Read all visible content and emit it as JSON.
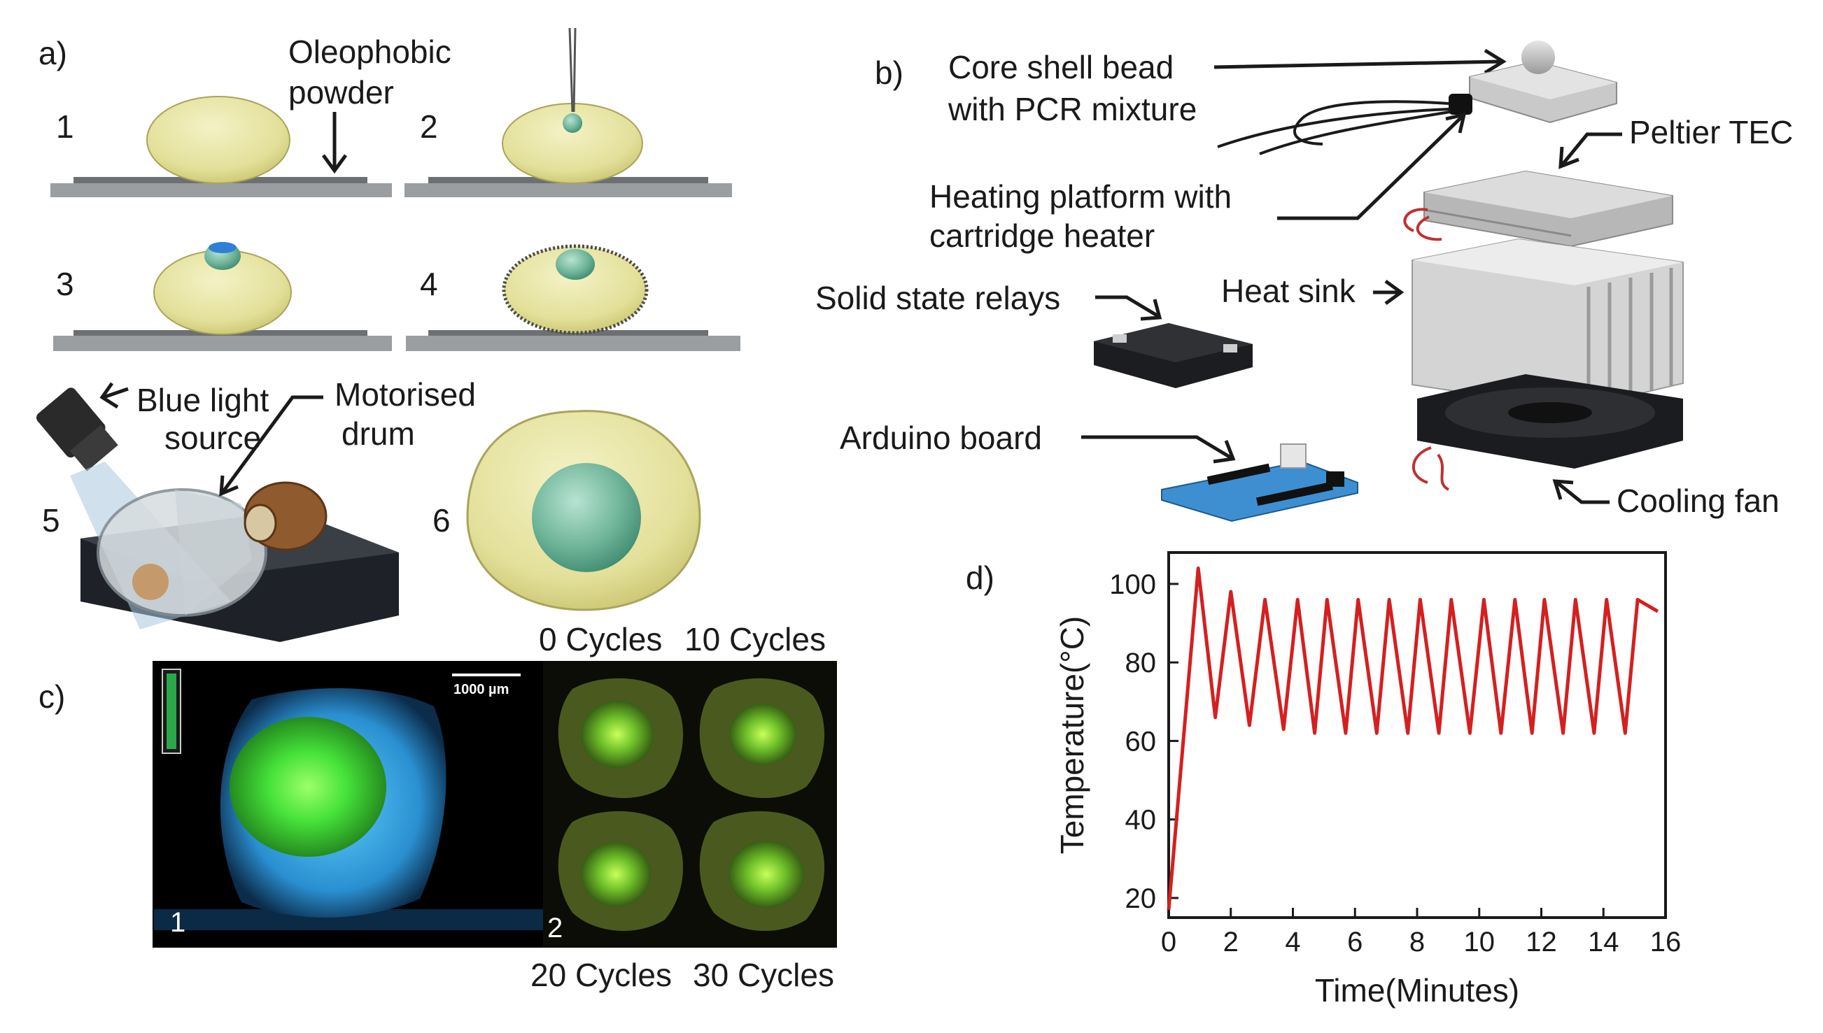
{
  "panel_a": {
    "label": "a)",
    "annotation_line1": "Oleophobic",
    "annotation_line2": "powder",
    "steps": [
      "1",
      "2",
      "3",
      "4",
      "5",
      "6"
    ],
    "blue_light_line1": "Blue light",
    "blue_light_line2": "source",
    "drum_line1": "Motorised",
    "drum_line2": "drum"
  },
  "panel_b": {
    "label": "b)",
    "core_shell_line1": "Core shell bead",
    "core_shell_line2": "with PCR mixture",
    "peltier": "Peltier TEC",
    "heating_line1": "Heating platform with",
    "heating_line2": "cartridge heater",
    "heat_sink": "Heat sink",
    "relays": "Solid state relays",
    "arduino": "Arduino board",
    "fan": "Cooling fan"
  },
  "panel_c": {
    "label": "c)",
    "scale_bar": "1000 µm",
    "sub1": "1",
    "sub2": "2",
    "cycle_labels": [
      "0 Cycles",
      "10 Cycles",
      "20 Cycles",
      "30 Cycles"
    ]
  },
  "colors": {
    "droplet": "#e3e09a",
    "bead": "#6fb59a",
    "plot_line": "#d42020",
    "fluorescence": "#46e23a",
    "substrate": "#9a9ea1"
  },
  "chart_data": {
    "type": "line",
    "panel_label": "d)",
    "xlabel": "Time(Minutes)",
    "ylabel": "Temperature(°C)",
    "xlim": [
      0,
      16
    ],
    "ylim": [
      15,
      108
    ],
    "xticks": [
      0,
      2,
      4,
      6,
      8,
      10,
      12,
      14,
      16
    ],
    "yticks": [
      20,
      40,
      60,
      80,
      100
    ],
    "grid": false,
    "series": [
      {
        "x": [
          0,
          0.95,
          1.5,
          2.0,
          2.6,
          3.1,
          3.7,
          4.15,
          4.7,
          5.1,
          5.7,
          6.1,
          6.7,
          7.1,
          7.7,
          8.1,
          8.7,
          9.1,
          9.7,
          10.15,
          10.7,
          11.15,
          11.7,
          12.1,
          12.7,
          13.1,
          13.7,
          14.1,
          14.7,
          15.1,
          15.75
        ],
        "y": [
          17,
          104,
          66,
          98,
          64,
          96,
          63,
          96,
          62,
          96,
          62,
          96,
          62,
          96,
          62,
          96,
          62,
          96,
          62,
          96,
          62,
          96,
          62,
          96,
          62,
          96,
          62,
          96,
          62,
          96,
          93
        ]
      }
    ]
  }
}
